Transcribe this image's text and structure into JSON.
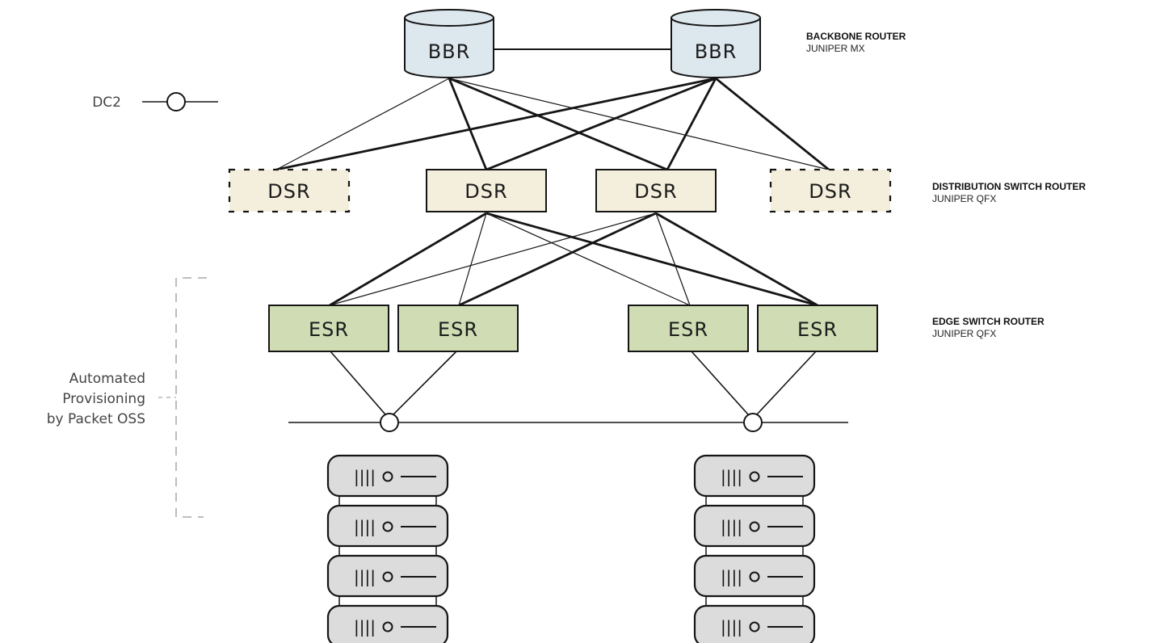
{
  "colors": {
    "bbr_fill": "#dde7ee",
    "dsr_fill": "#f4efdc",
    "esr_fill": "#cfdcb4",
    "server_fill": "#dcdcdc",
    "line": "#151515",
    "bracket": "#b5b5b5"
  },
  "nodes": {
    "bbr_label": "BBR",
    "dsr_label": "DSR",
    "esr_label": "ESR"
  },
  "tiers": {
    "backbone": {
      "title": "BACKBONE ROUTER",
      "subtitle": "JUNIPER MX"
    },
    "distribution": {
      "title": "DISTRIBUTION SWITCH ROUTER",
      "subtitle": "JUNIPER QFX"
    },
    "edge": {
      "title": "EDGE SWITCH ROUTER",
      "subtitle": "JUNIPER QFX"
    }
  },
  "side": {
    "dc2_label": "DC2",
    "provisioning_lines": [
      "Automated",
      "Provisioning",
      "by Packet OSS"
    ]
  },
  "server_glyph": "||||"
}
